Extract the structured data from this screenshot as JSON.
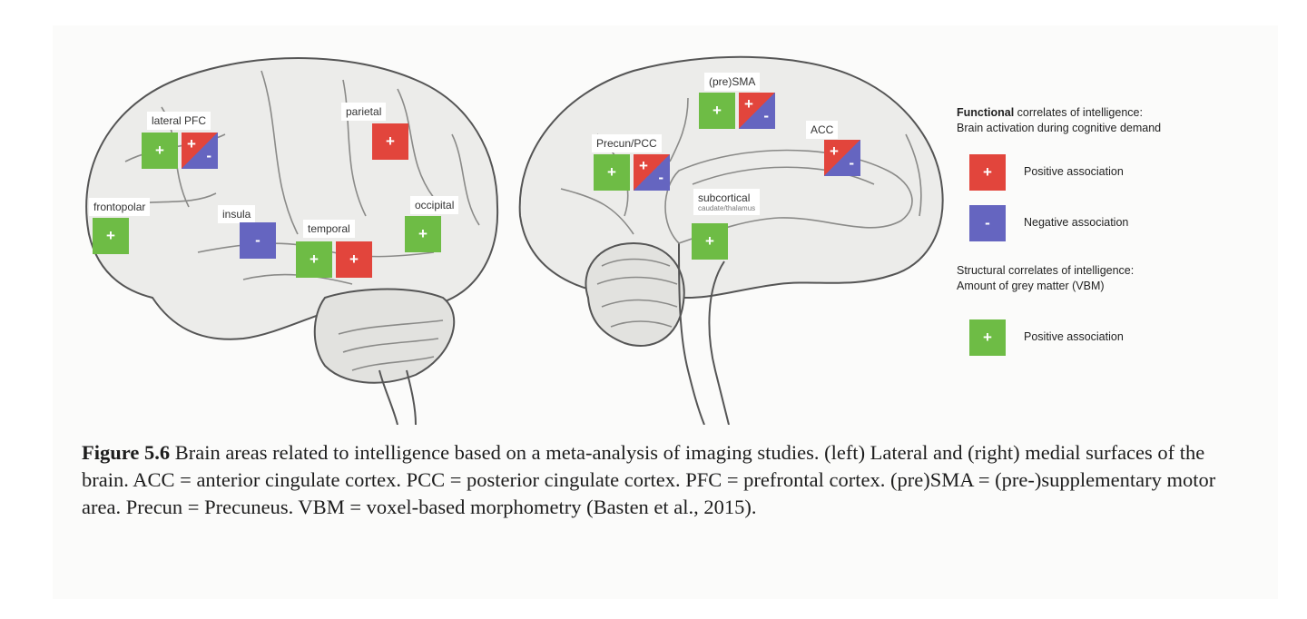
{
  "figure": {
    "regions": {
      "lateral_pfc": "lateral PFC",
      "parietal": "parietal",
      "frontopolar": "frontopolar",
      "insula": "insula",
      "temporal": "temporal",
      "occipital": "occipital",
      "pre_sma": "(pre)SMA",
      "precun_pcc": "Precun/PCC",
      "acc": "ACC",
      "subcortical": "subcortical",
      "subcortical_sub": "caudate/thalamus"
    },
    "signs": {
      "positive": "+",
      "negative": "-"
    },
    "colors": {
      "positive_functional": "#e2453c",
      "negative_functional": "#6565c0",
      "positive_structural": "#6ebc45"
    },
    "legend": {
      "functional_bold": "Functional",
      "functional_heading_rest": " correlates of intelligence:",
      "functional_heading_line2": "Brain activation during cognitive demand",
      "positive_association": "Positive association",
      "negative_association": "Negative association",
      "structural_heading_line1": "Structural correlates of intelligence:",
      "structural_heading_line2": "Amount of grey matter (VBM)",
      "structural_positive_association": "Positive association"
    }
  },
  "caption": {
    "figure_number": "Figure 5.6",
    "text": " Brain areas related to intelligence based on a meta-analysis of imaging studies. (left) Lateral and (right) medial surfaces of the brain. ACC = anterior cingulate cortex. PCC = posterior cingulate cortex. PFC = prefrontal cortex. (pre)SMA = (pre-)supplementary motor area. Precun = Precuneus. VBM = voxel-based morphometry (Basten et al., 2015)."
  }
}
